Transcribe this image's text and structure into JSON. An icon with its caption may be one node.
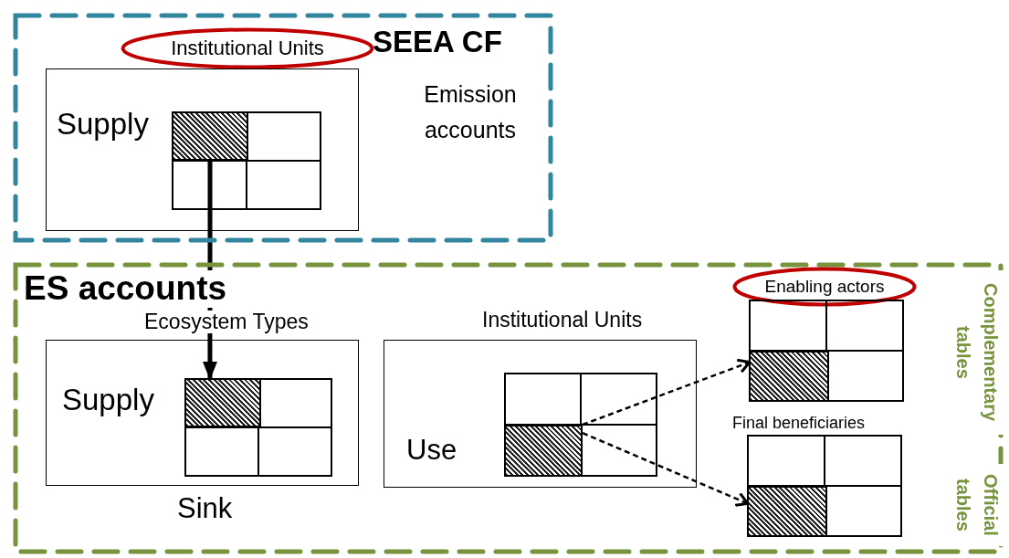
{
  "diagram": {
    "nodes": [
      {
        "text": [
          "SEEA CF"
        ]
      },
      {
        "text": [
          "Institutional Units"
        ],
        "in": 0
      },
      {
        "text": [
          "Supply"
        ],
        "in": 0
      },
      {
        "text": [],
        "shape": "box",
        "in": 2
      },
      {
        "text": [
          "ES accounts"
        ]
      },
      {
        "text": [
          "Ecosystem Types",
          "Supply"
        ],
        "beside": [
          "Sink"
        ],
        "in": 4
      },
      {
        "text": [],
        "shape": "box",
        "in": 5
      },
      {
        "text": [
          "Institutional Units",
          "Use"
        ],
        "in": 4
      },
      {
        "text": [],
        "shape": "box",
        "in": 7
      },
      {
        "text": [
          "Enabling actors"
        ],
        "in": 4
      },
      {
        "text": [],
        "shape": "box",
        "beside": [
          "Complementary tables"
        ],
        "in": 4
      },
      {
        "text": [],
        "shape": "box",
        "in": 10
      },
      {
        "text": [
          "Final beneficiaries"
        ],
        "beside": [
          "Official tables"
        ],
        "in": 4
      },
      {
        "text": [],
        "shape": "box",
        "in": 12
      }
    ],
    "edges": [
      {
        "from": 3,
        "to": 6,
        "arrow": "to",
        "style": "thick"
      },
      {
        "from": 8,
        "to": 11,
        "arrow": "to",
        "style": "dashed"
      },
      {
        "from": 8,
        "to": 13,
        "arrow": "to",
        "style": "dashed"
      }
    ],
    "labels": [
      "Emission accounts"
    ]
  }
}
